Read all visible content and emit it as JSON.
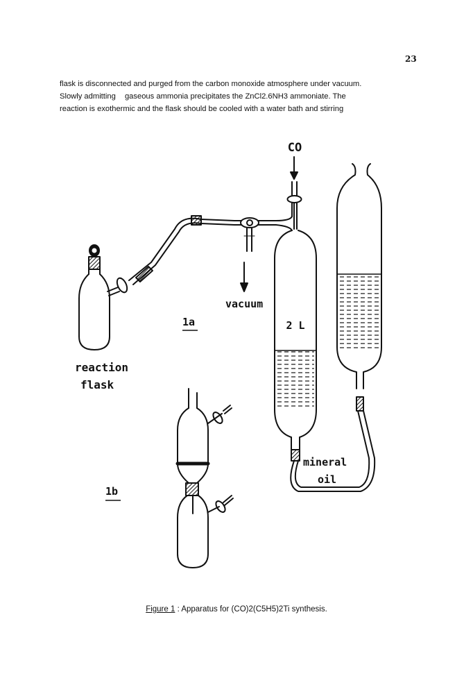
{
  "page_number": "23",
  "paragraph": {
    "line1": "flask is disconnected and purged from the carbon monoxide atmosphere under vacuum.",
    "line2_a": "Slowly admitting",
    "line2_b": "gaseous ammonia precipitates the ZnCl2.6NH3 ammoniate. The",
    "line3": "reaction is exothermic and the flask should be cooled with a water bath and stirring"
  },
  "figure": {
    "label_co": "CO",
    "label_vacuum": "vacuum",
    "label_1a": "1a",
    "label_2l": "2 L",
    "label_reaction": "reaction",
    "label_flask": "flask",
    "label_1b": "1b",
    "label_mineral": "mineral",
    "label_oil": "oil"
  },
  "caption": {
    "figure_ref": "Figure 1",
    "text": " : Apparatus for (CO)2(C5H5)2Ti synthesis."
  }
}
